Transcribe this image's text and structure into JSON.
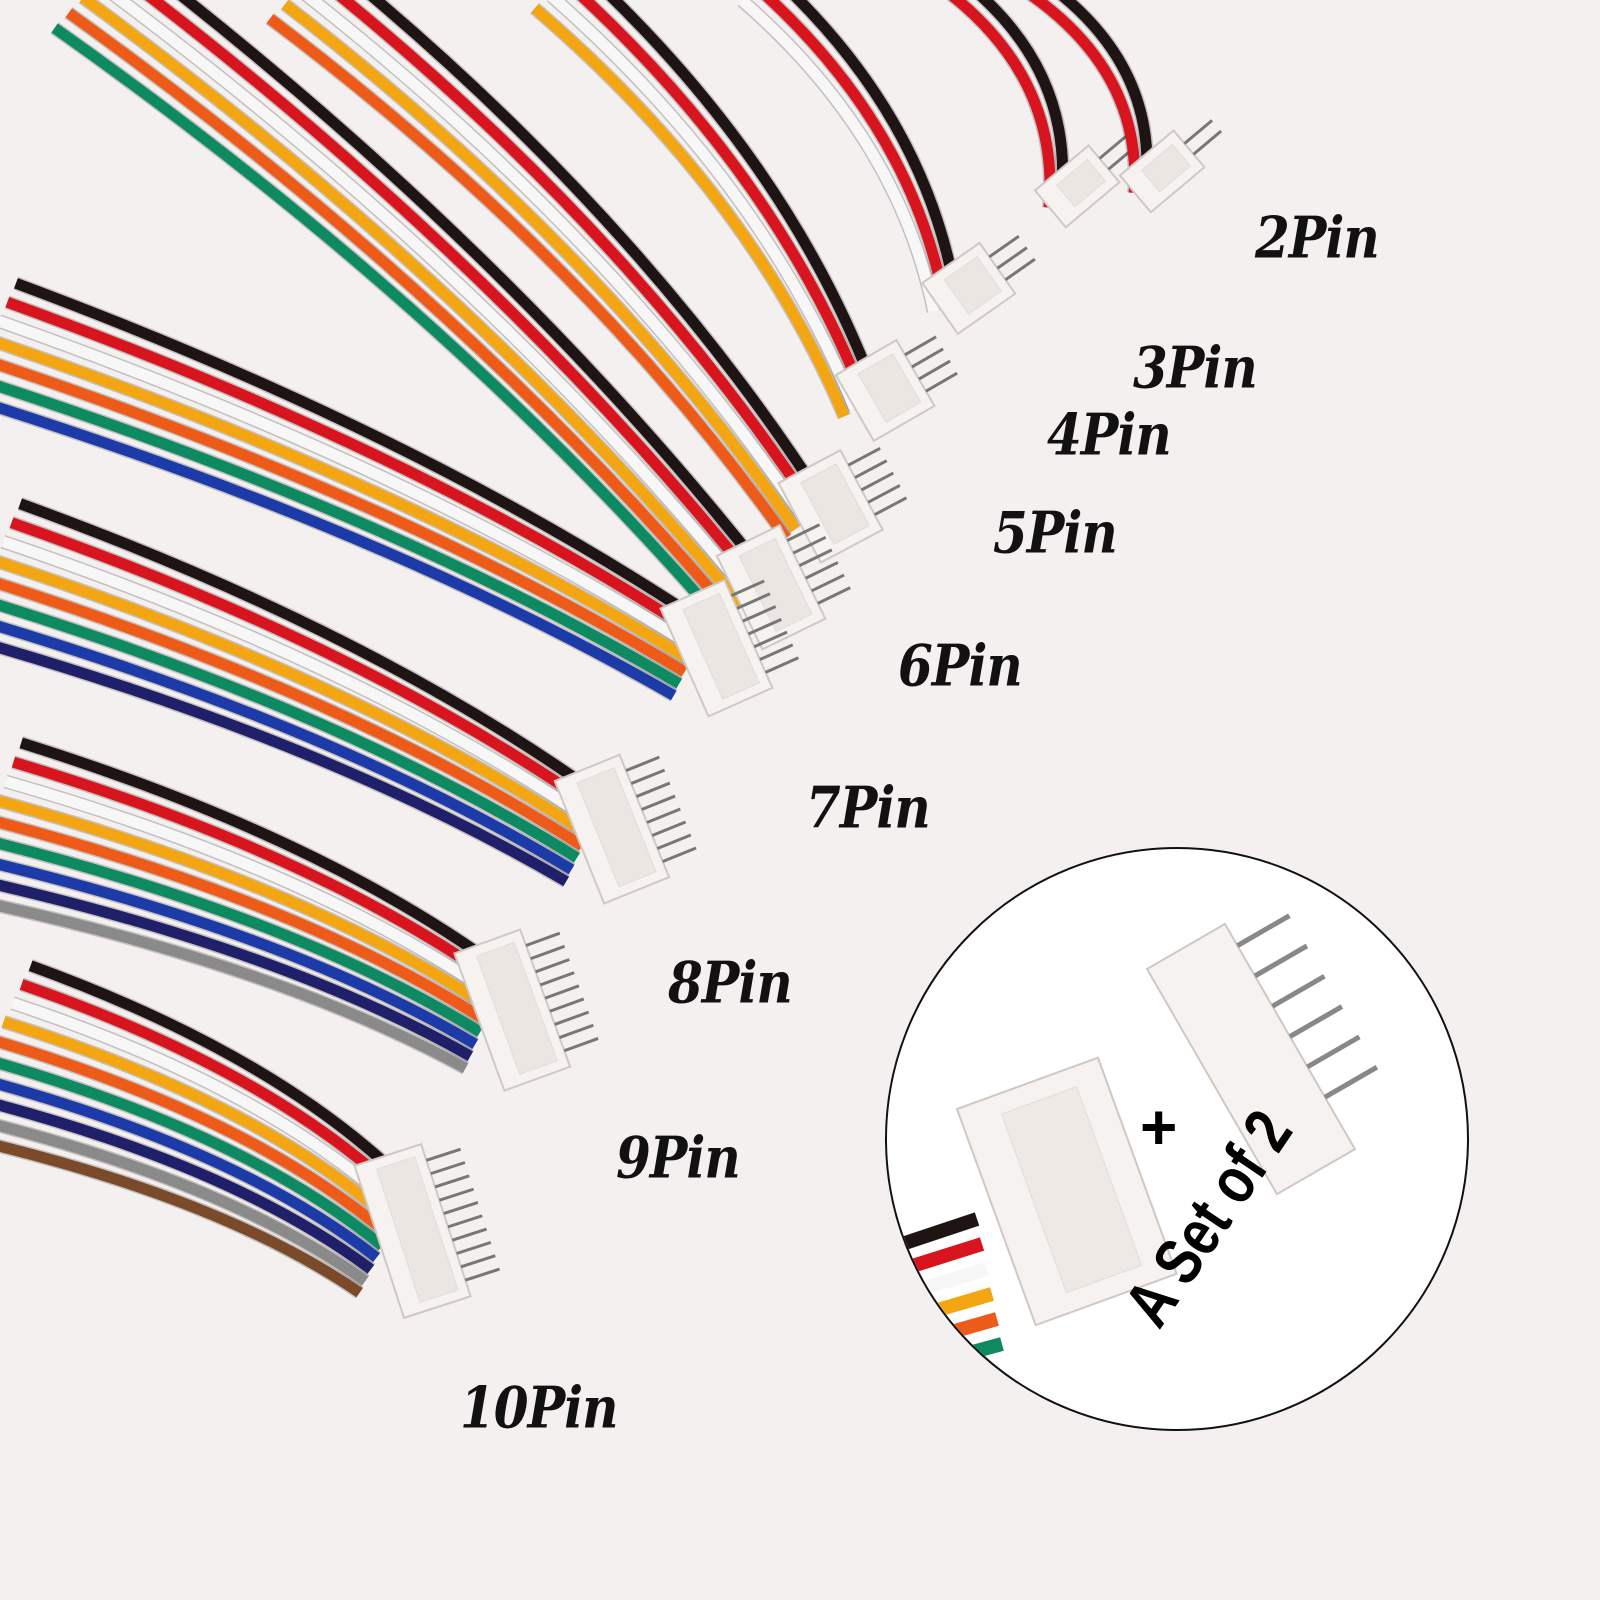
{
  "labels": [
    "2Pin",
    "3Pin",
    "4Pin",
    "5Pin",
    "6Pin",
    "7Pin",
    "8Pin",
    "9Pin",
    "10Pin"
  ],
  "inset": {
    "plus": "+",
    "caption": "A Set of 2"
  },
  "wire_colors": {
    "black": "#1e1414",
    "red": "#d8141e",
    "white": "#f7f7f7",
    "yellow": "#f3a612",
    "orange": "#ee5a18",
    "green": "#0d8a62",
    "blue": "#1c3aa8",
    "navy": "#20206a",
    "grey": "#8a8a8a",
    "brown": "#7a4a2a"
  },
  "background": "#f4f0ef",
  "connector_color": "#f6f2f0"
}
